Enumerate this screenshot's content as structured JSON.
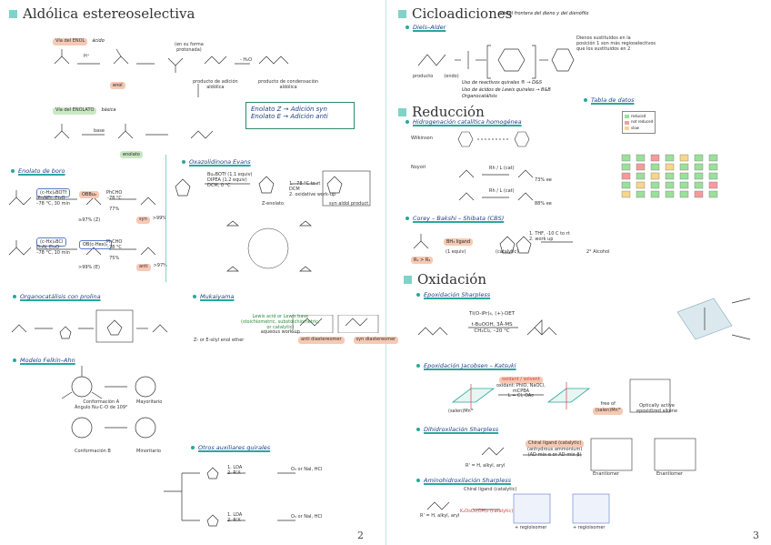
{
  "left": {
    "title": "Aldólica estereoselectiva",
    "enol": {
      "via": "Vía del ENOL",
      "cat": "ácido",
      "h": "H⁺",
      "label": "enol",
      "note1": "(en su forma",
      "note2": "protonada)",
      "adicion1": "producto de adición",
      "adicion2": "aldólica",
      "h2o": "- H₂O",
      "cond1": "producto de condensación",
      "cond2": "aldólica"
    },
    "enolato": {
      "via": "Vía del ENOLATO",
      "cat": "básica",
      "base": "base",
      "label": "enolato"
    },
    "rule": {
      "line1": "Enolato Z → Adición syn",
      "line2": "Enolato E → Adición anti"
    },
    "boro": {
      "heading": "Enolato de boro",
      "r1": {
        "reag": "(c-Hx)₂BOTf",
        "conds1": "iPr₂NEt, Et₂O",
        "conds2": "–78 °C, 30 min",
        "mid": "OBBu₂",
        "yield": "≥97% (Z)",
        "ph": "PhCHO",
        "temp": "–78 °C",
        "y2": "77%",
        "syn": "syn",
        "ratio": ">99%"
      },
      "r2": {
        "reag": "(c-Hx)₂BCl",
        "conds1": "Et₃N, Et₂O",
        "conds2": "–78 °C, 10 min",
        "mid": "OB(c-Hex)₂",
        "yield": ">99% (E)",
        "ph": "PhCHO",
        "temp": "–78 °C",
        "y2": "75%",
        "anti": "anti",
        "ratio": ">97%"
      }
    },
    "evans": {
      "heading": "Oxazolidinona Evans",
      "conds1": "Bu₂BOTf (1.1 equiv)",
      "conds2": "DIPEA (1.2 equiv)",
      "conds3": "DCM, 0 °C",
      "zlabel": "Z-enolato",
      "step1": "1. -78 °C to rt",
      "step2": "DCM",
      "step3": "2. oxidative work-up",
      "product": "syn aldol product"
    },
    "organo": {
      "heading": "Organocatálisis con prolina"
    },
    "mukai": {
      "heading": "Mukaiyama",
      "lewis1": "Lewis acid or Lewis base",
      "lewis2": "(stoichiometric, substoichiometric,",
      "lewis3": "or catalytic)",
      "lewis4": "aqueous work-up",
      "anti": "anti diastereomer",
      "syn": "syn diastereomer",
      "silyl": "Z- or E-silyl enol ether"
    },
    "felkin": {
      "heading": "Modelo Felkin–Ahn",
      "confA1": "Conformación A",
      "confA2": "Ángulo Nu-C-O de 109°",
      "mayor": "Mayoritario",
      "confB": "Conformación B",
      "minor": "Minoritario"
    },
    "otros": {
      "heading": "Otros auxiliares quirales",
      "s1a": "1. LDA",
      "s1b": "2. R'X",
      "s1c": "O₃ or NaI, HCl",
      "s2a": "1. LDA",
      "s2b": "2. R'X",
      "s2c": "O₃ or NaI, HCl"
    },
    "page": "2"
  },
  "right": {
    "cyclo": {
      "title": "Cicloadiciones",
      "da": "Diels–Alder",
      "note": "orbital frontera del dieno y del dienófilo",
      "dien1": "Dienos sustituidos en la",
      "dien2": "posición 1 son más regioselectivos",
      "dien3": "que los sustituidos en 2",
      "b1": "Uso de reactivos quirales ® → D&S",
      "b2": "Uso de ácidos de Lewis quirales → B&B",
      "b3": "Organocatálisis",
      "prod": "producto",
      "endo": "(endo)"
    },
    "reduc": {
      "title": "Reducción",
      "h1": "Hidrogenación catalítica homogénea",
      "wilkinson": "Wilkinson",
      "noyori": "Noyori",
      "ph1": "Rh / L (cat)",
      "y1": "73% ee",
      "ph2": "Rh / L (cat)",
      "y2": "88% ee",
      "cbs": "Corey – Bakshi – Shibata (CBS)",
      "ligand": "BH₃ ligand",
      "equiv": "(1 equiv)",
      "cat": "(catalytic)",
      "step1": "1. THF, -10 C to rt",
      "step2": "2. work up",
      "alc": "2° Alcohol",
      "rr": "R₁ > R₂",
      "tabla": "Tabla de datos",
      "legend": [
        "reduced",
        "not reduced",
        "slow"
      ]
    },
    "oxid": {
      "title": "Oxidación",
      "sharp": "Epoxidación Sharpless",
      "reag1": "Ti(O-iPr)₄, (+)-DET",
      "reag2": "t-BuOOH, 3Å-MS",
      "reag3": "CH₂Cl₂, –20 °C",
      "jac": "Epoxidación Jacobsen – Katsuki",
      "jac1": "oxidant / solvent",
      "jac2": "oxidant: PhIO, NaOCl,",
      "jac3": "mCPBA",
      "jac4": "L = Cl, OAc",
      "salen": "(salen)Mnᴵᴵᴵ",
      "free": "free of",
      "opt1": "Optically active",
      "opt2": "epoxidized alkene",
      "dihid": "Dihidroxilación Sharpless",
      "di1": "R' = H, alkyl, aryl",
      "di2": "Chiral ligand (catalytic)",
      "di3": "(anhydrous ammonium)",
      "di4": "(AD-mix-α or AD-mix-β)",
      "en1": "Enantiomer",
      "en2": "Enantiomer",
      "amino": "Aminohidroxilación Sharpless",
      "am1": "Chiral ligand (catalytic)",
      "am2": "K₂OsO₂(OH)₄ (catalytic)",
      "am3": "R' = H, alkyl, aryl",
      "reg1": "+ regioisomer",
      "reg2": "+ regioisomer"
    },
    "page": "3"
  }
}
